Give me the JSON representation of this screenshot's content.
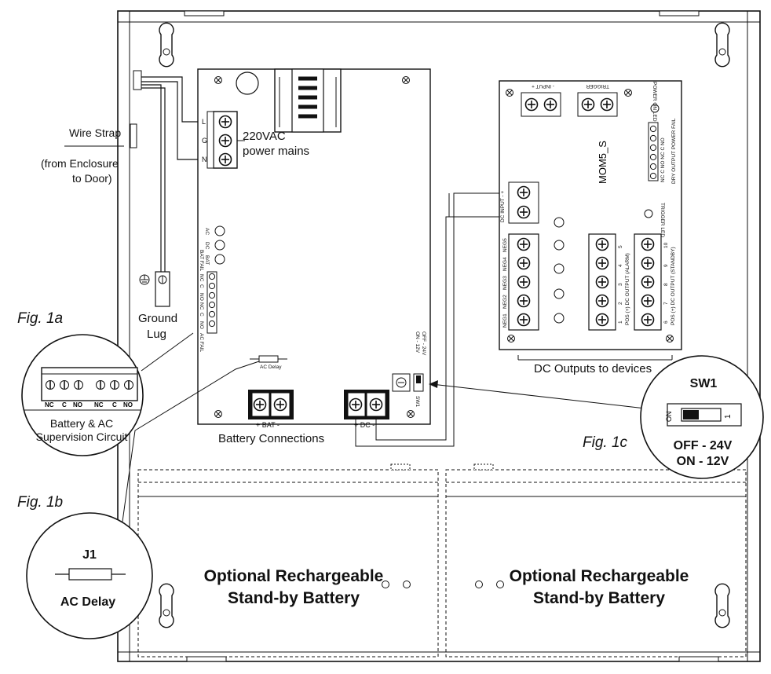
{
  "labels": {
    "wire_strap": "Wire Strap",
    "from_enclosure_1": "(from Enclosure",
    "from_enclosure_2": "to Door)",
    "ground_lug_1": "Ground",
    "ground_lug_2": "Lug",
    "power_mains_1": "220VAC",
    "power_mains_2": "power mains",
    "battery_connections": "Battery Connections",
    "dc_outputs": "DC Outputs to devices",
    "optional_battery_1": "Optional Rechargeable",
    "optional_battery_2": "Stand-by Battery"
  },
  "terminals": {
    "mains": [
      "L",
      "G",
      "N"
    ],
    "bat": "+ BAT -",
    "dc": "+ DC -",
    "leds": [
      "AC",
      "DC",
      "BAT"
    ],
    "supervision_strip": [
      "BAT FAIL",
      "NC",
      "C",
      "NO",
      "NC",
      "C",
      "NO",
      "AC FAIL"
    ],
    "ac_delay": "AC Delay",
    "sw1": "SW1",
    "sw1_off": "OFF - 24V",
    "sw1_on": "ON - 12V"
  },
  "mom5": {
    "model": "MOM5_S",
    "input": "- INPUT +",
    "trigger": "TRIGGER",
    "power_led": "POWER ON LED",
    "trigger_led": "TRIGGER LED",
    "dc_input": "DC INPUT -  +",
    "power_fail_top": "NC  C  NO  NC  C  NO",
    "power_fail_bottom": "DRY OUTPUT  POWER FAIL",
    "neg_labels": [
      "NEG1",
      "NEG2",
      "NEG3",
      "NEG4",
      "NEG5"
    ],
    "alarm_numbers": [
      "1",
      "2",
      "3",
      "4",
      "5"
    ],
    "alarm_label": "POS (+) DC OUTPUT (ALARM)",
    "standby_numbers": [
      "6",
      "7",
      "8",
      "9",
      "10"
    ],
    "standby_label": "POS (+) DC OUTPUT (STANDBY)"
  },
  "figures": {
    "fig1a": {
      "caption": "Fig. 1a",
      "terminals": [
        "NC",
        "C",
        "NO",
        "NC",
        "C",
        "NO"
      ],
      "title_1": "Battery & AC",
      "title_2": "Supervision Circuit"
    },
    "fig1b": {
      "caption": "Fig. 1b",
      "title": "J1",
      "subtitle": "AC Delay"
    },
    "fig1c": {
      "caption": "Fig. 1c",
      "title": "SW1",
      "on_label": "ON",
      "pos_label": "1",
      "line_1": "OFF - 24V",
      "line_2": "ON - 12V"
    }
  }
}
